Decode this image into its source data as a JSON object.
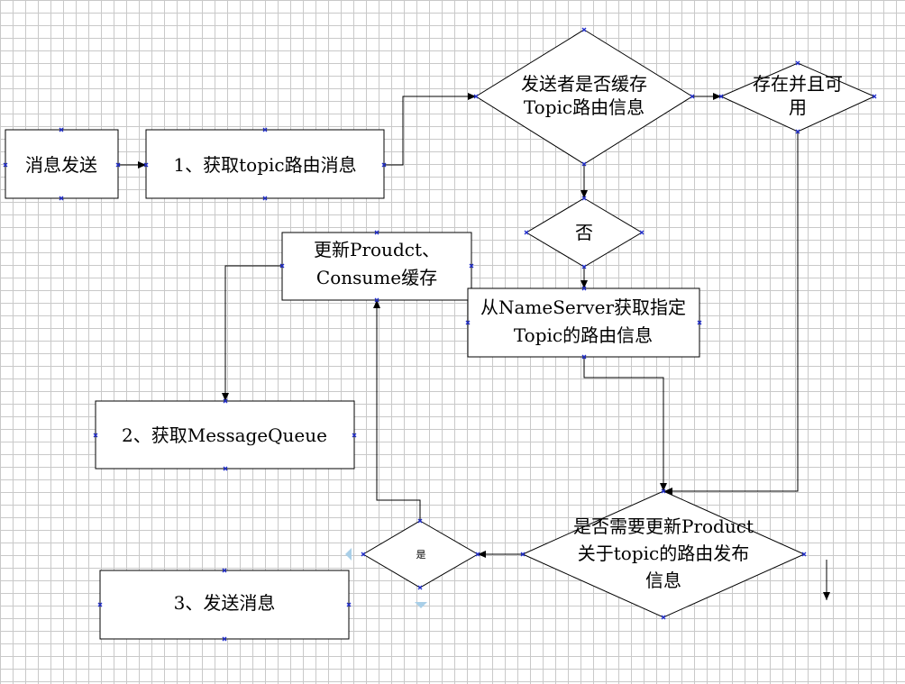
{
  "nodes": {
    "send_message": "消息发送",
    "get_route": "1、获取topic路由消息",
    "cache_check_1": "发送者是否缓存",
    "cache_check_2": "Topic路由信息",
    "available_1": "存在并且可",
    "available_2": "用",
    "no": "否",
    "update_cache_1": "更新Proudct、",
    "update_cache_2": "Consume缓存",
    "fetch_ns_1": "从NameServer获取指定",
    "fetch_ns_2": "Topic的路由信息",
    "get_queue": "2、获取MessageQueue",
    "need_update_1": "是否需要更新Product",
    "need_update_2": "关于topic的路由发布",
    "need_update_3": "信息",
    "yes": "是",
    "send": "3、发送消息"
  },
  "colors": {
    "line": "#000000",
    "handle": "#1f2ccc",
    "selection": "#a9cfe8",
    "grid": "#c9c9c9"
  }
}
